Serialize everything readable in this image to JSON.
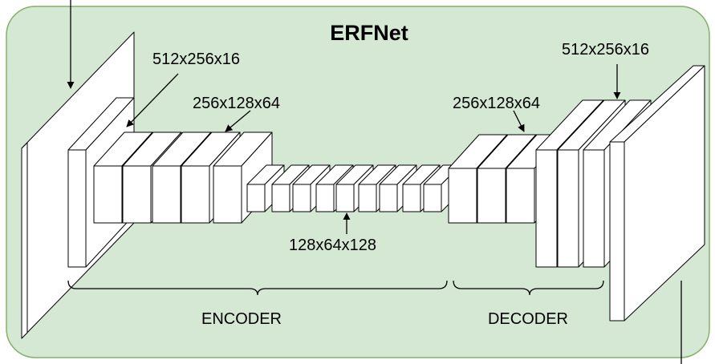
{
  "title": "ERFNet",
  "colors": {
    "panel_fill": "#d5e8d4",
    "panel_stroke": "#82b366",
    "block_fill": "#ffffff",
    "line": "#000000"
  },
  "labels": {
    "enc_top": "512x256x16",
    "enc_mid": "256x128x64",
    "bottleneck": "128x64x128",
    "dec_mid": "256x128x64",
    "dec_top": "512x256x16"
  },
  "sections": {
    "encoder": "ENCODER",
    "decoder": "DECODER"
  }
}
